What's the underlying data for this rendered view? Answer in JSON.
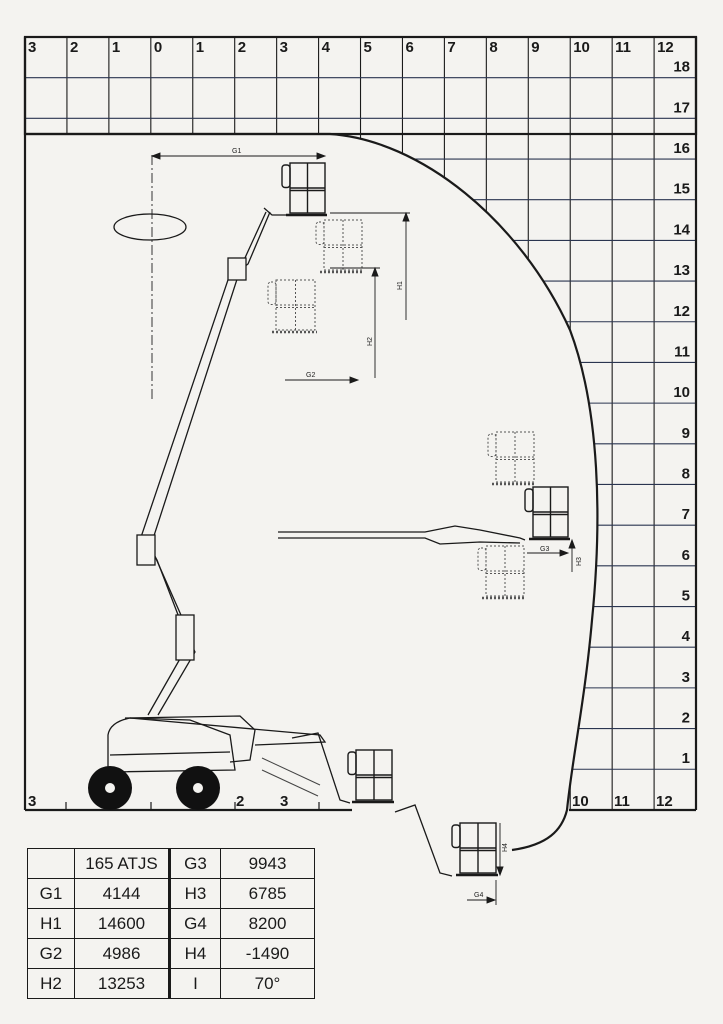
{
  "diagram": {
    "top_axis_labels": [
      "3",
      "2",
      "1",
      "0",
      "1",
      "2",
      "3",
      "4",
      "5",
      "6",
      "7",
      "8",
      "9",
      "10",
      "11",
      "12"
    ],
    "height_labels": [
      "18",
      "17",
      "16",
      "15",
      "14",
      "13",
      "12",
      "11",
      "10",
      "9",
      "8",
      "7",
      "6",
      "5",
      "4",
      "3",
      "2",
      "1"
    ],
    "bottom_axis_labels_left": [
      "3",
      "2",
      "3"
    ],
    "bottom_axis_labels_right": [
      "10",
      "11",
      "12"
    ],
    "dimension_labels": {
      "g1": "G1",
      "h1": "H1",
      "g2": "G2",
      "h2": "H2",
      "g3": "G3",
      "h3": "H3",
      "g4": "G4",
      "h4": "H4"
    },
    "colors": {
      "line": "#1a1a1a",
      "grid_horizontal": "#2a3550",
      "paper": "#f4f3f0"
    }
  },
  "spec_table": {
    "model": "165 ATJS",
    "rows": [
      {
        "k1": "G1",
        "v1": "4144",
        "k2": "G3",
        "v2": "9943"
      },
      {
        "k1": "H1",
        "v1": "14600",
        "k2": "H3",
        "v2": "6785"
      },
      {
        "k1": "G2",
        "v1": "4986",
        "k2": "G4",
        "v2": "8200"
      },
      {
        "k1": "H2",
        "v1": "13253",
        "k2": "H4",
        "v2": "-1490"
      },
      {
        "k1": "",
        "v1": "",
        "k2": "I",
        "v2": "70°"
      }
    ],
    "header_g3": "G3",
    "header_g3_value": "9943"
  }
}
